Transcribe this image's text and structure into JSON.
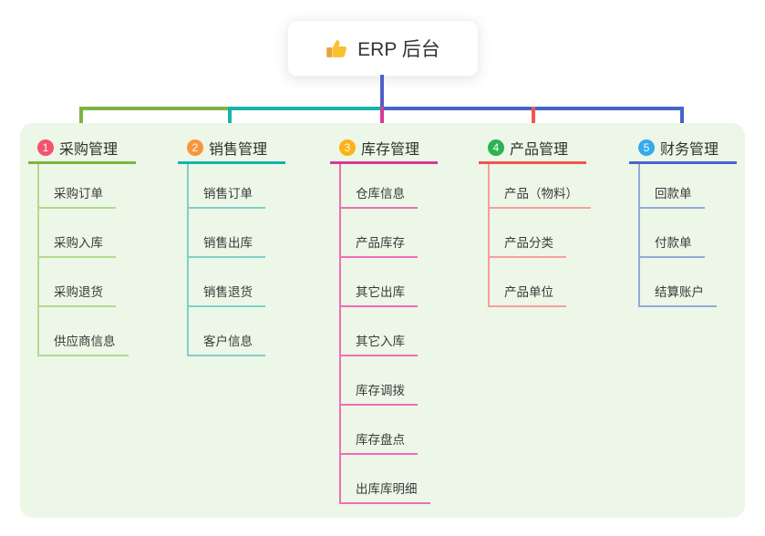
{
  "root": {
    "title": "ERP 后台",
    "icon": "thumbs-up-icon"
  },
  "colors": {
    "panel_bg": "#ecf7e7",
    "stem": "#4f5fc8",
    "node_text": "#333333",
    "child_text": "#3a3a3a"
  },
  "branches": [
    {
      "number": "1",
      "title": "采购管理",
      "badge_color": "#f4536e",
      "line_color": "#7cb342",
      "sub_line_color": "#b4da8e",
      "children": [
        "采购订单",
        "采购入库",
        "采购退货",
        "供应商信息"
      ]
    },
    {
      "number": "2",
      "title": "销售管理",
      "badge_color": "#f9953f",
      "line_color": "#16b3ab",
      "sub_line_color": "#7fd0c8",
      "children": [
        "销售订单",
        "销售出库",
        "销售退货",
        "客户信息"
      ]
    },
    {
      "number": "3",
      "title": "库存管理",
      "badge_color": "#fcb317",
      "line_color": "#d63a9b",
      "sub_line_color": "#ef6eb6",
      "children": [
        "仓库信息",
        "产品库存",
        "其它出库",
        "其它入库",
        "库存调拨",
        "库存盘点",
        "出库库明细"
      ]
    },
    {
      "number": "4",
      "title": "产品管理",
      "badge_color": "#2cb353",
      "line_color": "#f4544f",
      "sub_line_color": "#f7a09b",
      "children": [
        "产品（物料）",
        "产品分类",
        "产品单位"
      ]
    },
    {
      "number": "5",
      "title": "财务管理",
      "badge_color": "#35aaf0",
      "line_color": "#4465c8",
      "sub_line_color": "#93a9d8",
      "children": [
        "回款单",
        "付款单",
        "结算账户"
      ]
    }
  ]
}
